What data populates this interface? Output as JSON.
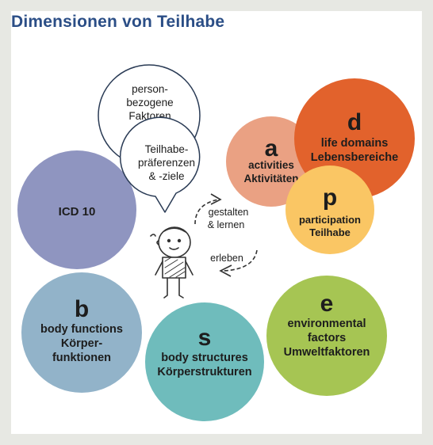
{
  "title": "Dimensionen von Teilhabe",
  "colors": {
    "title": "#2b4e86",
    "icd": "#8f95c0",
    "body_functions": "#92b3c9",
    "body_structures": "#6fbcbc",
    "environmental": "#a6c553",
    "activities": "#eaa183",
    "life_domains": "#e2622c",
    "participation": "#fac664"
  },
  "bubbles": {
    "person": [
      "person-",
      "bezogene",
      "Faktoren"
    ],
    "preferences": [
      "Teilhabe-",
      "präferenzen",
      "& -ziele"
    ]
  },
  "circles": {
    "icd": {
      "label": "ICD 10"
    },
    "body_functions": {
      "letter": "b",
      "lines": [
        "body functions",
        "Körper-",
        "funktionen"
      ]
    },
    "body_structures": {
      "letter": "s",
      "lines": [
        "body structures",
        "Körperstrukturen"
      ]
    },
    "environmental": {
      "letter": "e",
      "lines": [
        "environmental",
        "factors",
        "Umweltfaktoren"
      ]
    },
    "activities": {
      "letter": "a",
      "lines": [
        "activities",
        "Aktivitäten"
      ]
    },
    "life_domains": {
      "letter": "d",
      "lines": [
        "life domains",
        "Lebensbereiche"
      ]
    },
    "participation": {
      "letter": "p",
      "lines": [
        "participation",
        "Teilhabe"
      ]
    }
  },
  "arrows": {
    "shape": [
      "gestalten",
      "& lernen"
    ],
    "experience": "erleben"
  }
}
